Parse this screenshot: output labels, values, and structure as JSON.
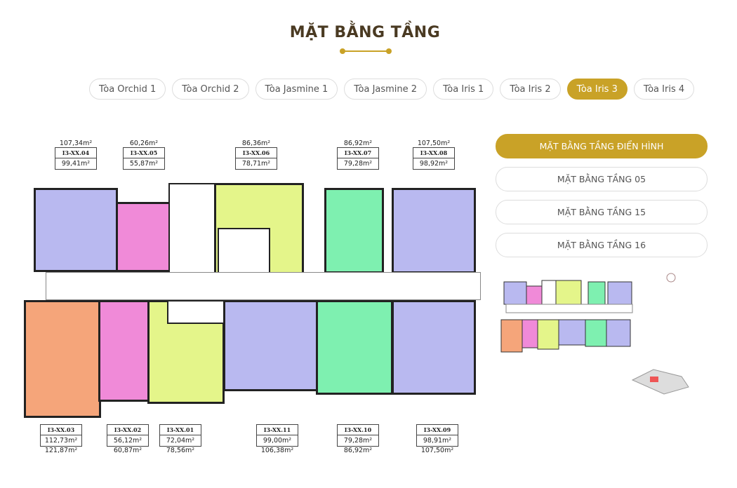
{
  "title": "MẶT BẰNG TẦNG",
  "tabs": [
    "Tòa Orchid 1",
    "Tòa Orchid 2",
    "Tòa Jasmine 1",
    "Tòa Jasmine 2",
    "Tòa Iris 1",
    "Tòa Iris 2",
    "Tòa Iris 3",
    "Tòa Iris 4"
  ],
  "active_tab": "Tòa Iris 3",
  "floor_buttons": [
    "MẶT BẰNG TẦNG ĐIỂN HÌNH",
    "MẶT BẰNG TẦNG 05",
    "MẶT BẰNG TẦNG 15",
    "MẶT BẰNG TẦNG 16"
  ],
  "colors": {
    "accent": "#c9a227",
    "blue": "#b9b9f0",
    "pink": "#f08ad8",
    "yellow": "#e4f58a",
    "green": "#7ef0b0",
    "orange": "#f5a57a"
  },
  "units_top": [
    {
      "code": "I3-XX.04",
      "outer": "107,34m²",
      "inner": "99,41m²"
    },
    {
      "code": "I3-XX.05",
      "outer": "60,26m²",
      "inner": "55,87m²"
    },
    {
      "code": "I3-XX.06",
      "outer": "86,36m²",
      "inner": "78,71m²"
    },
    {
      "code": "I3-XX.07",
      "outer": "86,92m²",
      "inner": "79,28m²"
    },
    {
      "code": "I3-XX.08",
      "outer": "107,50m²",
      "inner": "98,92m²"
    }
  ],
  "units_bottom": [
    {
      "code": "I3-XX.03",
      "inner": "112,73m²",
      "outer": "121,87m²"
    },
    {
      "code": "I3-XX.02",
      "inner": "56,12m²",
      "outer": "60,87m²"
    },
    {
      "code": "I3-XX.01",
      "inner": "72,04m²",
      "outer": "78,56m²"
    },
    {
      "code": "I3-XX.11",
      "inner": "99,00m²",
      "outer": "106,38m²"
    },
    {
      "code": "I3-XX.10",
      "inner": "79,28m²",
      "outer": "86,92m²"
    },
    {
      "code": "I3-XX.09",
      "inner": "98,91m²",
      "outer": "107,50m²"
    }
  ]
}
